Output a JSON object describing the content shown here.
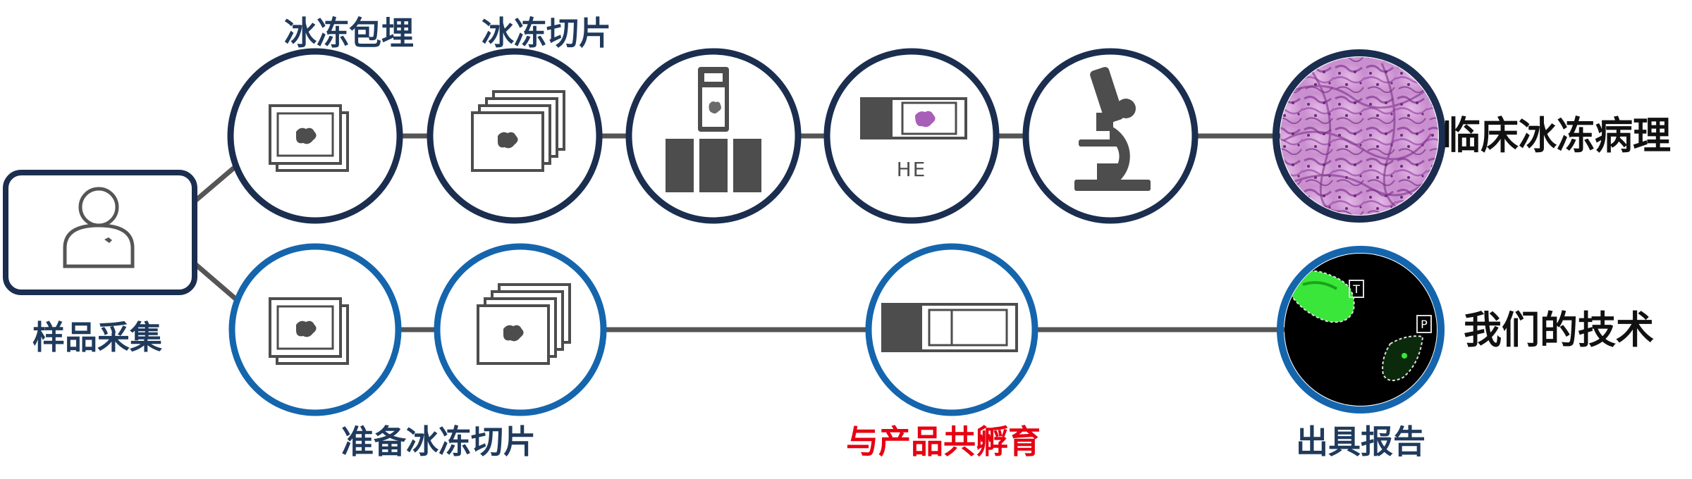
{
  "labels": {
    "sample_collection": "样品采集",
    "frozen_embedding": "冰冻包埋",
    "frozen_sectioning": "冰冻切片",
    "prepare_frozen_sections": "准备冰冻切片",
    "incubate_with_product": "与产品共孵育",
    "issue_report": "出具报告",
    "clinical_frozen_pathology": "临床冰冻病理",
    "our_technology": "我们的技术",
    "he_stain": "HE",
    "tumor_marker": "T",
    "paracancer_marker": "P"
  },
  "colors": {
    "dark_navy_ring": "#1b2e4f",
    "blue_ring": "#1565ad",
    "connector": "#555555",
    "icon_gray": "#4d4d4d",
    "highlight_red": "#e60012",
    "fluorescent_green": "#39e639",
    "he_purple": "#a85fb8"
  },
  "icons": {
    "sample": "person-icon",
    "embedding": "embedding-cassette-icon",
    "sectioning": "stacked-sections-icon",
    "microtome": "slide-rack-icon",
    "he_slide": "he-stained-slide-icon",
    "microscope": "microscope-icon",
    "histology": "histology-image",
    "blank_slide": "glass-slide-icon",
    "fluorescence": "fluorescence-image"
  }
}
